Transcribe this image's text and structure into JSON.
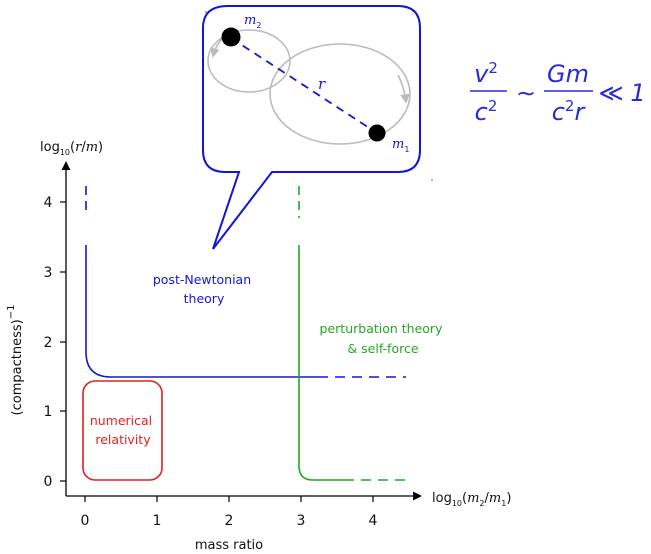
{
  "axes": {
    "x_title": "mass ratio",
    "y_title": "(compactness)",
    "y_title_exponent": "−1",
    "x_label": {
      "prefix": "log",
      "sub": "10",
      "open": "(",
      "m_a": "m",
      "m_a_sub": "2",
      "slash": "/",
      "m_b": "m",
      "m_b_sub": "1",
      "close": ")"
    },
    "y_label": {
      "prefix": "log",
      "sub": "10",
      "open": "(",
      "num": "r",
      "slash": "/",
      "den": "m",
      "close": ")"
    },
    "x_ticks": [
      "0",
      "1",
      "2",
      "3",
      "4"
    ],
    "y_ticks": [
      "0",
      "1",
      "2",
      "3",
      "4"
    ]
  },
  "regions": {
    "post_newtonian": {
      "line1": "post-Newtonian",
      "line2": "theory",
      "color": "#1515d6"
    },
    "perturbation": {
      "line1": "perturbation theory",
      "line2": "& self-force",
      "color": "#22a822"
    },
    "numerical": {
      "line1": "numerical",
      "line2": "relativity",
      "color": "#e02020"
    }
  },
  "binary": {
    "m2": "m",
    "m2_sub": "2",
    "m1": "m",
    "m1_sub": "1",
    "separation": "r",
    "bubble_color": "#1515d6",
    "orbit_color": "#bbbbbb"
  },
  "formula": {
    "lhs_num": "v",
    "lhs_num_exp": "2",
    "lhs_den": "c",
    "lhs_den_exp": "2",
    "sim": "∼",
    "rhs_num": "Gm",
    "rhs_den": "c",
    "rhs_den_exp": "2",
    "rhs_den_r": "r",
    "ll": "≪",
    "one": "1"
  }
}
